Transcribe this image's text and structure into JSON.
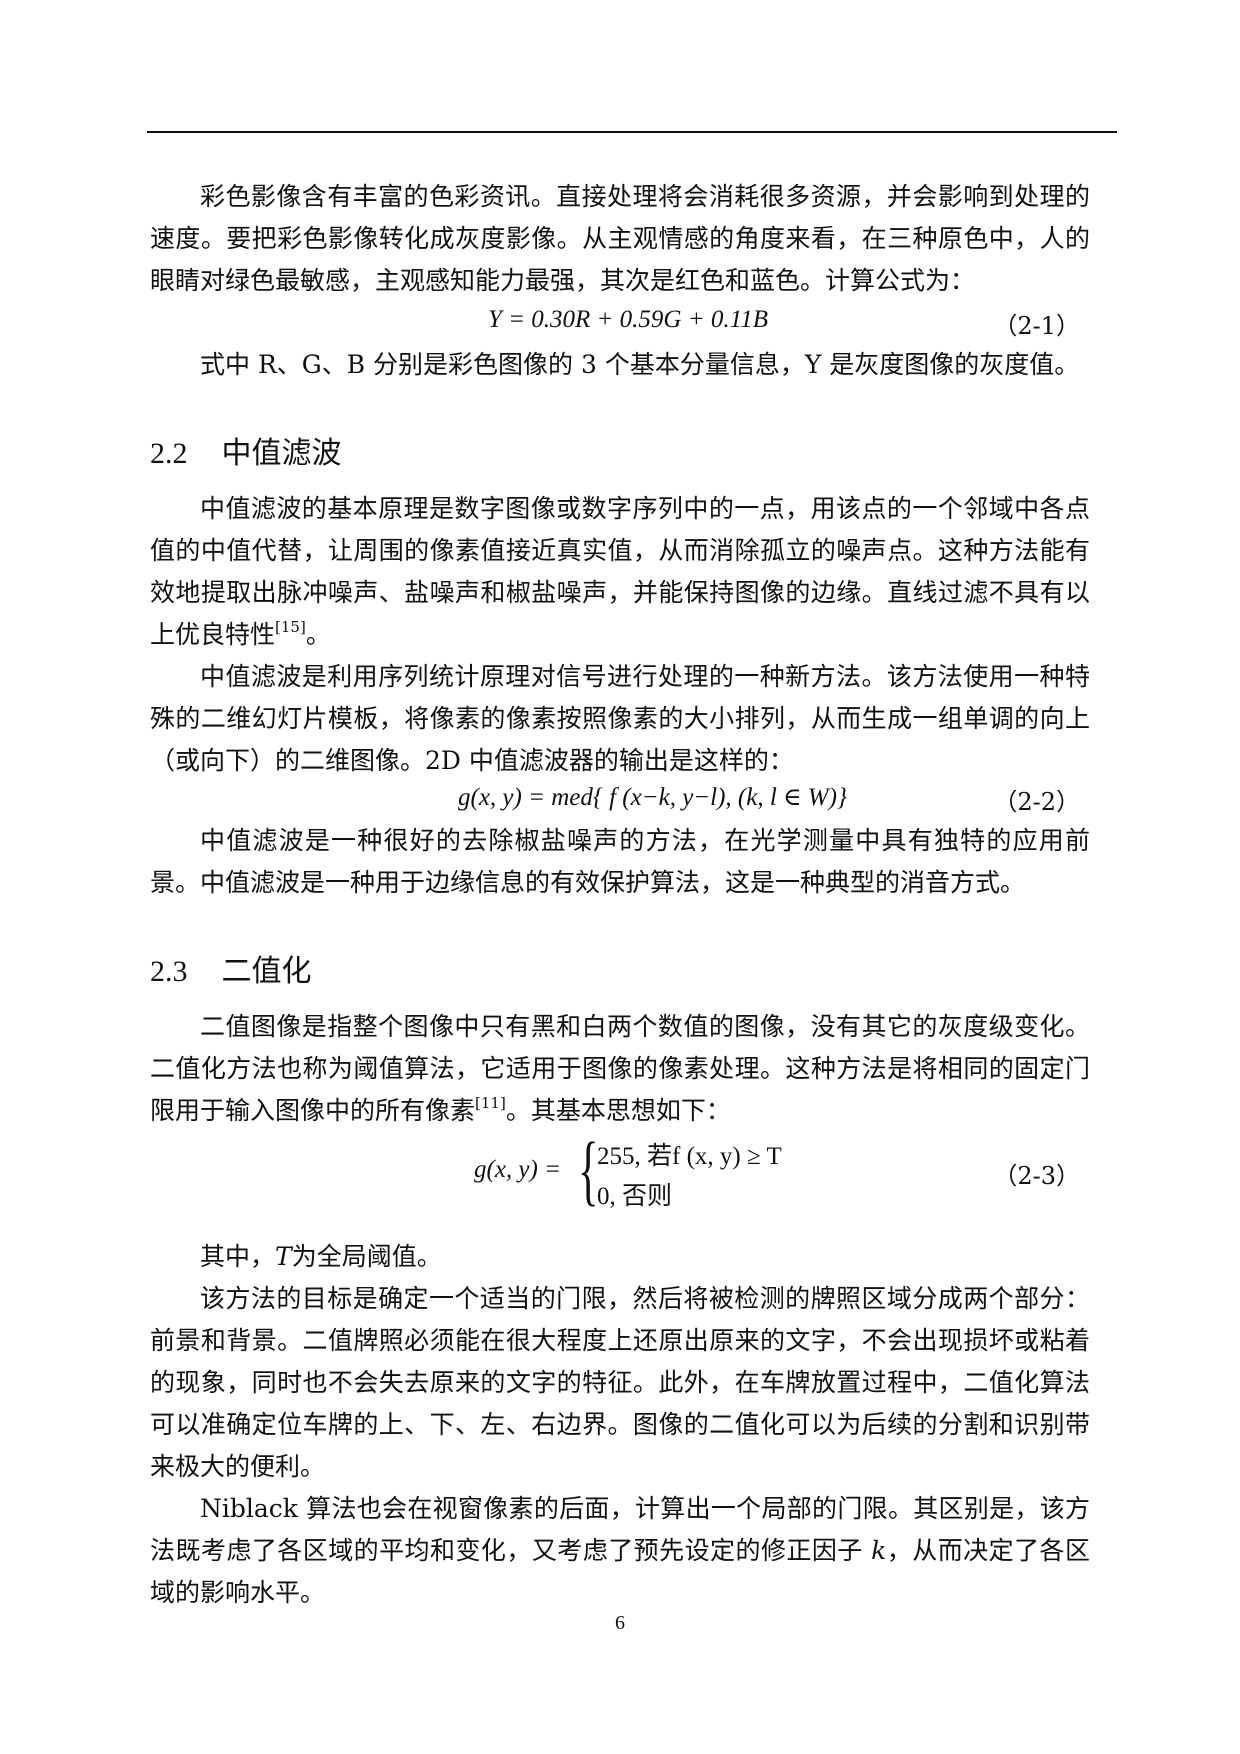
{
  "para1": "彩色影像含有丰富的色彩资讯。直接处理将会消耗很多资源，并会影响到处理的速度。要把彩色影像转化成灰度影像。从主观情感的角度来看，在三种原色中，人的眼睛对绿色最敏感，主观感知能力最强，其次是红色和蓝色。计算公式为：",
  "eq1": {
    "formula": "Y = 0.30R + 0.59G + 0.11B",
    "number": "（2-1）"
  },
  "para2": "式中 R、G、B 分别是彩色图像的 3 个基本分量信息，Y 是灰度图像的灰度值。",
  "section22": {
    "number": "2.2",
    "title": "中值滤波"
  },
  "para3": "中值滤波的基本原理是数字图像或数字序列中的一点，用该点的一个邻域中各点值的中值代替，让周围的像素值接近真实值，从而消除孤立的噪声点。这种方法能有效地提取出脉冲噪声、盐噪声和椒盐噪声，并能保持图像的边缘。直线过滤不具有以上优良特性",
  "para3_ref": "[15]",
  "para3_end": "。",
  "para4": "中值滤波是利用序列统计原理对信号进行处理的一种新方法。该方法使用一种特殊的二维幻灯片模板，将像素的像素按照像素的大小排列，从而生成一组单调的向上（或向下）的二维图像。2D 中值滤波器的输出是这样的：",
  "eq2": {
    "formula": "g(x, y) = med{ f (x−k, y−l), (k, l ∈ W)}",
    "number": "（2-2）"
  },
  "para5": "中值滤波是一种很好的去除椒盐噪声的方法，在光学测量中具有独特的应用前景。中值滤波是一种用于边缘信息的有效保护算法，这是一种典型的消音方式。",
  "section23": {
    "number": "2.3",
    "title": "二值化"
  },
  "para6": "二值图像是指整个图像中只有黑和白两个数值的图像，没有其它的灰度级变化。二值化方法也称为阈值算法，它适用于图像的像素处理。这种方法是将相同的固定门限用于输入图像中的所有像素",
  "para6_ref": "[11]",
  "para6_end": "。其基本思想如下：",
  "eq3": {
    "lhs": "g(x, y) =",
    "case1": "255, 若f (x, y) ≥ T",
    "case2": "0, 否则",
    "number": "（2-3）"
  },
  "para7_pre": "其中，",
  "para7_var": "T",
  "para7_post": "为全局阈值。",
  "para8": "该方法的目标是确定一个适当的门限，然后将被检测的牌照区域分成两个部分：前景和背景。二值牌照必须能在很大程度上还原出原来的文字，不会出现损坏或粘着的现象，同时也不会失去原来的文字的特征。此外，在车牌放置过程中，二值化算法可以准确定位车牌的上、下、左、右边界。图像的二值化可以为后续的分割和识别带来极大的便利。",
  "para9_pre": "Niblack 算法也会在视窗像素的后面，计算出一个局部的门限。其区别是，该方法既考虑了各区域的平均和变化，又考虑了预先设定的修正因子",
  "para9_var": "k",
  "para9_post": "，从而决定了各区域的影响水平。",
  "page_number": "6"
}
